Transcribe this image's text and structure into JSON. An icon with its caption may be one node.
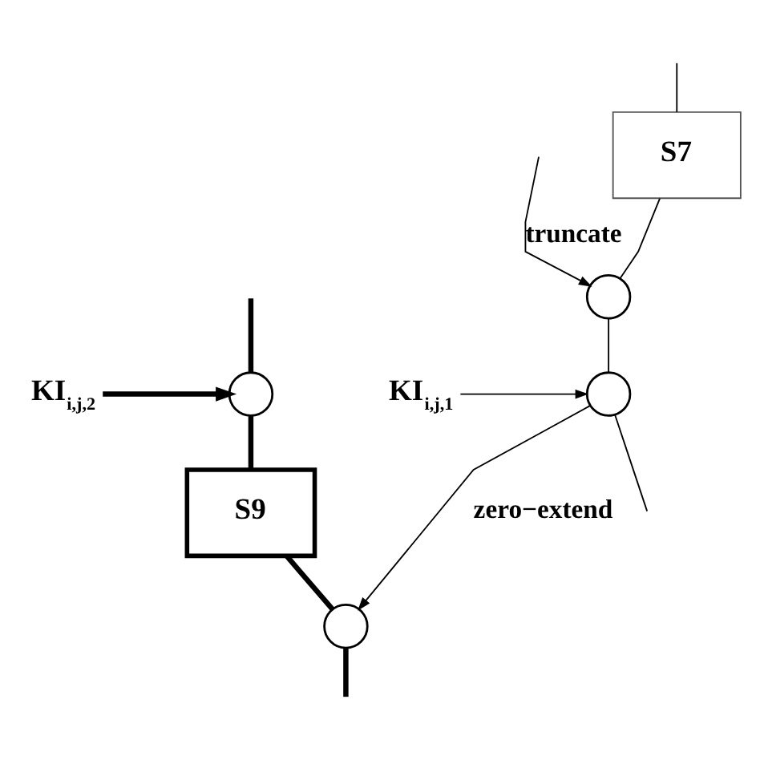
{
  "diagram": {
    "nodes": [
      {
        "text": [
          "S7"
        ]
      },
      {
        "text": [],
        "shape": "circle"
      },
      {
        "text": [],
        "shape": "circle"
      },
      {
        "text": [
          "KI$_{i,j,1}$"
        ]
      },
      {
        "text": [],
        "shape": "circle"
      },
      {
        "text": [
          "KI$_{i,j,2}$"
        ]
      },
      {
        "text": [
          "S9"
        ]
      },
      {
        "text": [],
        "shape": "circle"
      }
    ],
    "edges": [
      {
        "from": null,
        "to": 0,
        "arrow": "none"
      },
      {
        "from": 0,
        "to": 1,
        "arrow": "none"
      },
      {
        "from": 1,
        "to": 2,
        "arrow": "none"
      },
      {
        "from": 3,
        "to": 2,
        "arrow": "to"
      },
      {
        "from": null,
        "to": 4,
        "arrow": "none",
        "style": "thick"
      },
      {
        "from": null,
        "to": 1,
        "arrow": "to",
        "label": "truncate"
      },
      {
        "from": 5,
        "to": 4,
        "arrow": "to",
        "style": "thick"
      },
      {
        "from": 4,
        "to": 6,
        "arrow": "none",
        "style": "thick"
      },
      {
        "from": 6,
        "to": 7,
        "arrow": "none",
        "style": "thick"
      },
      {
        "from": 2,
        "to": 7,
        "arrow": "to",
        "label": "zero−extend"
      },
      {
        "from": 2,
        "to": null,
        "arrow": "none"
      },
      {
        "from": 7,
        "to": null,
        "arrow": "none",
        "style": "thick"
      }
    ]
  }
}
